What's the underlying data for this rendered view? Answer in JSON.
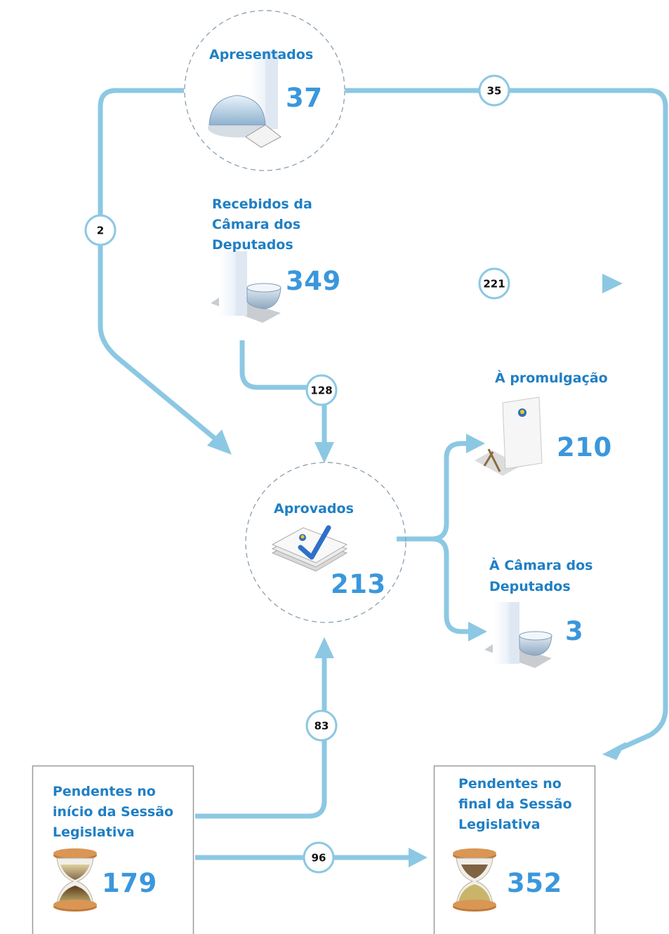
{
  "diagram": {
    "nodes": {
      "apresentados": {
        "label": "Apresentados",
        "value": "37"
      },
      "recebidos": {
        "label_lines": [
          "Recebidos da",
          "Câmara dos",
          "Deputados"
        ],
        "value": "349"
      },
      "aprovados": {
        "label": "Aprovados",
        "value": "213"
      },
      "promulgacao": {
        "label": "À promulgação",
        "value": "210"
      },
      "camara": {
        "label_lines": [
          "À Câmara dos",
          "Deputados"
        ],
        "value": "3"
      },
      "pendentes_inicio": {
        "label_lines": [
          "Pendentes no",
          "início da Sessão",
          "Legislativa"
        ],
        "value": "179"
      },
      "pendentes_final": {
        "label_lines": [
          "Pendentes no",
          "final da Sessão",
          "Legislativa"
        ],
        "value": "352"
      }
    },
    "flows": {
      "apresentados_to_final": "35",
      "apresentados_to_aprovados": "2",
      "recebidos_out": "221",
      "recebidos_to_aprovados": "128",
      "inicio_to_aprovados": "83",
      "inicio_to_final": "96"
    },
    "colors": {
      "flow": "#8cc8e3",
      "flow_light": "#d7ecf6",
      "title": "#1f7fc4",
      "value": "#3a97dc",
      "box_border": "#9a9a9a",
      "dashed": "#8a9fb0"
    }
  }
}
